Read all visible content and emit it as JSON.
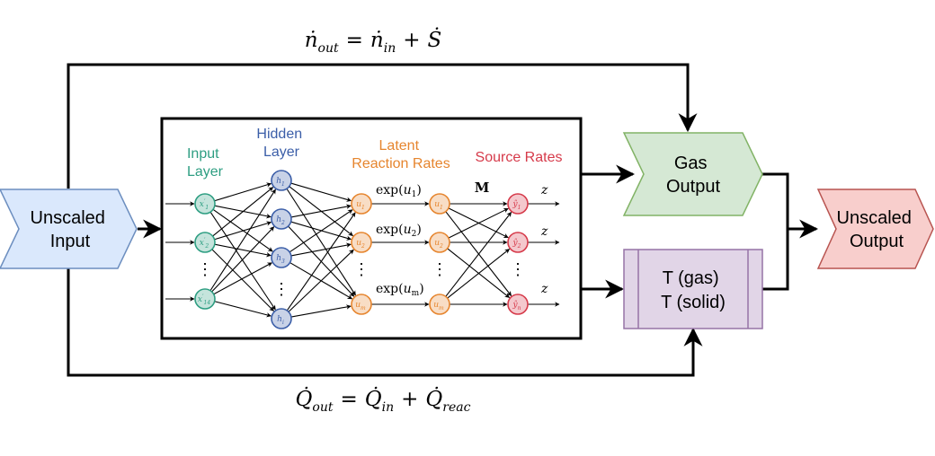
{
  "equations": {
    "top": {
      "lhs": "ṅ",
      "lhs_sub": "out",
      "eq": "=",
      "t1": "ṅ",
      "t1_sub": "in",
      "plus": "+",
      "t2": "Ṡ"
    },
    "bottom": {
      "lhs": "Q̇",
      "lhs_sub": "out",
      "eq": "=",
      "t1": "Q̇",
      "t1_sub": "in",
      "plus": "+",
      "t2": "Q̇",
      "t2_sub": "reac"
    }
  },
  "blocks": {
    "unscaled_input": [
      "Unscaled",
      "Input"
    ],
    "gas_output": [
      "Gas",
      "Output"
    ],
    "unscaled_output": [
      "Unscaled",
      "Output"
    ],
    "temperatures": [
      "T (gas)",
      "T (solid)"
    ]
  },
  "network": {
    "headers": {
      "input_layer": [
        "Input",
        "Layer"
      ],
      "hidden_layer": [
        "Hidden",
        "Layer"
      ],
      "latent_rates": [
        "Latent",
        "Reaction Rates"
      ],
      "source_rates": [
        "Source Rates"
      ]
    },
    "input_nodes": [
      {
        "main": "x",
        "prime": "′",
        "sub": "1"
      },
      {
        "main": "x",
        "prime": "′",
        "sub": "2"
      },
      {
        "main": "x",
        "prime": "′",
        "sub": "14"
      }
    ],
    "hidden_nodes": [
      {
        "main": "h",
        "sub": "1"
      },
      {
        "main": "h",
        "sub": "2"
      },
      {
        "main": "h",
        "sub": "3"
      },
      {
        "main": "h",
        "sub": "i"
      }
    ],
    "latent_nodes": [
      {
        "main": "u",
        "sub": "1"
      },
      {
        "main": "u",
        "sub": "2"
      },
      {
        "main": "u",
        "sub": "m"
      }
    ],
    "exp_nodes": [
      {
        "main": "u",
        "sub": "1"
      },
      {
        "main": "u",
        "sub": "2"
      },
      {
        "main": "u",
        "sub": "m"
      }
    ],
    "source_nodes": [
      {
        "main": "ŷ",
        "sub": "1"
      },
      {
        "main": "ŷ",
        "sub": "2"
      },
      {
        "main": "ŷ",
        "sub": "n"
      }
    ],
    "exp_labels": [
      {
        "fn": "exp(",
        "var": "u",
        "sub": "1",
        "close": ")"
      },
      {
        "fn": "exp(",
        "var": "u",
        "sub": "2",
        "close": ")"
      },
      {
        "fn": "exp(",
        "var": "u",
        "sub": "m",
        "close": ")"
      }
    ],
    "matrix_label": "M",
    "output_var": "z",
    "ellipsis": "⋮"
  },
  "colors": {
    "input_node": "#2e9e82",
    "hidden_node": "#3b5ea8",
    "latent_node": "#e6852e",
    "source_node": "#d63a4a",
    "input_block_fill": "#dae8fc",
    "input_block_stroke": "#6c8ebf",
    "gas_fill": "#d5e8d4",
    "gas_stroke": "#82b366",
    "output_fill": "#f8cecc",
    "output_stroke": "#b85450",
    "temp_fill": "#e1d5e7",
    "temp_stroke": "#9673a6"
  }
}
